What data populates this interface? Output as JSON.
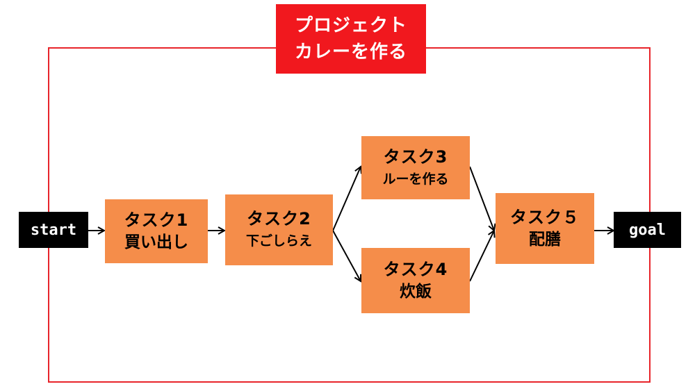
{
  "title": {
    "line1": "プロジェクト",
    "line2": "カレーを作る"
  },
  "start_label": "start",
  "goal_label": "goal",
  "tasks": [
    {
      "name": "タスク1",
      "desc": "買い出し"
    },
    {
      "name": "タスク2",
      "desc": "下ごしらえ"
    },
    {
      "name": "タスク3",
      "desc": "ルーを作る"
    },
    {
      "name": "タスク4",
      "desc": "炊飯"
    },
    {
      "name": "タスク５",
      "desc": "配膳"
    }
  ],
  "colors": {
    "frame": "#e8242a",
    "title_bg": "#f1181e",
    "task_bg": "#f58d4a",
    "terminal_bg": "#000000"
  }
}
